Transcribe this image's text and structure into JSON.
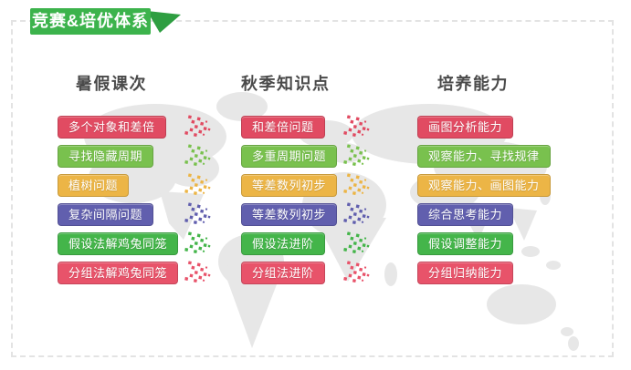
{
  "banner": {
    "title": "竞赛&培优体系",
    "main_color": "#3cb34c",
    "fold_color": "#2e9e41"
  },
  "map_color": "#e7e7e7",
  "border_color": "#e3e3e3",
  "header_text_color": "#4a4a4a",
  "columns": [
    {
      "header": "暑假课次",
      "items": [
        {
          "label": "多个对象和差倍",
          "color": "#e14b62"
        },
        {
          "label": "寻找隐藏周期",
          "color": "#79c14e"
        },
        {
          "label": "植树问题",
          "color": "#ecb546"
        },
        {
          "label": "复杂间隔问题",
          "color": "#615fae"
        },
        {
          "label": "假设法解鸡兔同笼",
          "color": "#44b54a"
        },
        {
          "label": "分组法解鸡兔同笼",
          "color": "#e8536a"
        }
      ]
    },
    {
      "header": "秋季知识点",
      "items": [
        {
          "label": "和差倍问题",
          "color": "#e14b62"
        },
        {
          "label": "多重周期问题",
          "color": "#79c14e"
        },
        {
          "label": "等差数列初步",
          "color": "#ecb546"
        },
        {
          "label": "等差数列初步",
          "color": "#615fae"
        },
        {
          "label": "假设法进阶",
          "color": "#44b54a"
        },
        {
          "label": "分组法进阶",
          "color": "#e8536a"
        }
      ]
    },
    {
      "header": "培养能力",
      "items": [
        {
          "label": "画图分析能力",
          "color": "#e14b62"
        },
        {
          "label": "观察能力、寻找规律",
          "color": "#79c14e"
        },
        {
          "label": "观察能力、画图能力",
          "color": "#ecb546"
        },
        {
          "label": "综合思考能力",
          "color": "#615fae"
        },
        {
          "label": "假设调整能力",
          "color": "#44b54a"
        },
        {
          "label": "分组归纳能力",
          "color": "#e8536a"
        }
      ]
    }
  ]
}
